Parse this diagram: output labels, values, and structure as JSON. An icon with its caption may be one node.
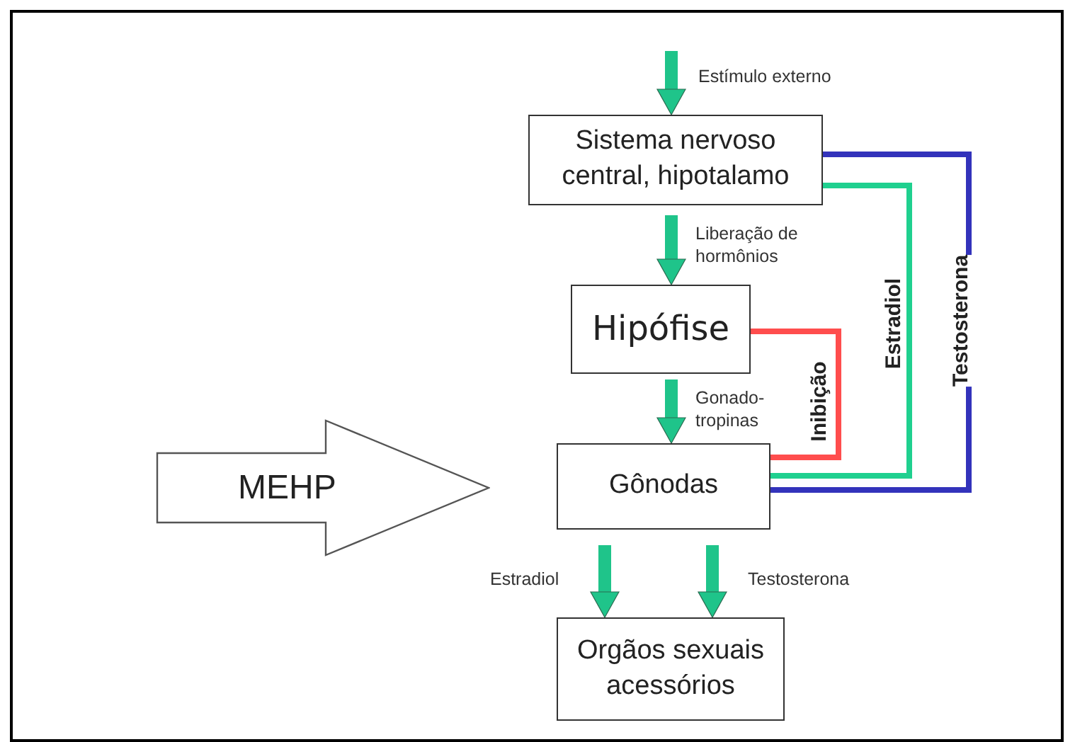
{
  "diagram": {
    "nodes": [
      {
        "text": [
          "Sistema nervoso central, hipotalamo"
        ]
      },
      {
        "text": [
          "Hipófise"
        ]
      },
      {
        "text": [
          "Gônodas"
        ]
      },
      {
        "text": [
          "Orgãos sexuais acessórios"
        ]
      },
      {
        "text": [
          "MEHP"
        ]
      }
    ],
    "edges": [
      {
        "from": null,
        "to": 0,
        "arrow": "to",
        "label": "Estímulo externo"
      },
      {
        "from": 0,
        "to": 1,
        "arrow": "to",
        "label": "Liberação de hormônios"
      },
      {
        "from": 1,
        "to": 2,
        "arrow": "to",
        "label": "Gonado- tropinas"
      },
      {
        "from": 2,
        "to": 3,
        "arrow": "to",
        "label": "Estradiol"
      },
      {
        "from": 2,
        "to": 3,
        "arrow": "to",
        "label": "Testosterona"
      },
      {
        "from": 2,
        "to": 1,
        "arrow": "none",
        "label": "Inibição",
        "color": "#ff4d4d"
      },
      {
        "from": 2,
        "to": 0,
        "arrow": "none",
        "label": "Estradiol",
        "color": "#1fd08f"
      },
      {
        "from": 2,
        "to": 0,
        "arrow": "none",
        "label": "Testosterona",
        "color": "#3333bb"
      }
    ]
  }
}
